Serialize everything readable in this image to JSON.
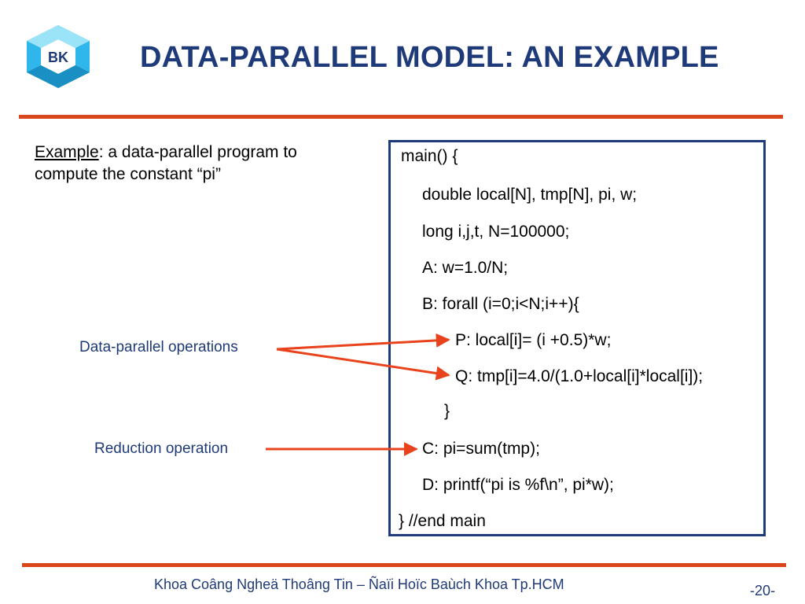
{
  "colors": {
    "title": "#1f3a78",
    "rule": "#d9461c",
    "arrow": "#e8431c",
    "code_box_border": "#1f3a78",
    "label_text": "#1f3a78",
    "footer_text": "#1f3a78",
    "logo_blue": "#2fb6ea",
    "logo_light": "#9be3f7",
    "logo_dark": "#1f3a78"
  },
  "logo": {
    "text": "BK",
    "icon": "bk-university-logo"
  },
  "title": "DATA-PARALLEL MODEL: AN EXAMPLE",
  "intro": {
    "link_word": "Example",
    "rest": ": a data-parallel program to compute the constant “pi”"
  },
  "labels": {
    "data_parallel": "Data-parallel operations",
    "reduction": "Reduction operation"
  },
  "code": {
    "lines": [
      "main() {",
      "double local[N], tmp[N], pi, w;",
      "long i,j,t, N=100000;",
      "A: w=1.0/N;",
      "B: forall (i=0;i<N;i++){",
      "P: local[i]= (i +0.5)*w;",
      "Q: tmp[i]=4.0/(1.0+local[i]*local[i]);",
      "}",
      "C: pi=sum(tmp);",
      "D: printf(“pi is %f\\n”, pi*w);",
      "} //end main"
    ]
  },
  "footer": {
    "text": "Khoa Coâng Ngheä Thoâng Tin – Ñaïi Hoïc Baùch Khoa Tp.HCM",
    "page": "-20-"
  }
}
